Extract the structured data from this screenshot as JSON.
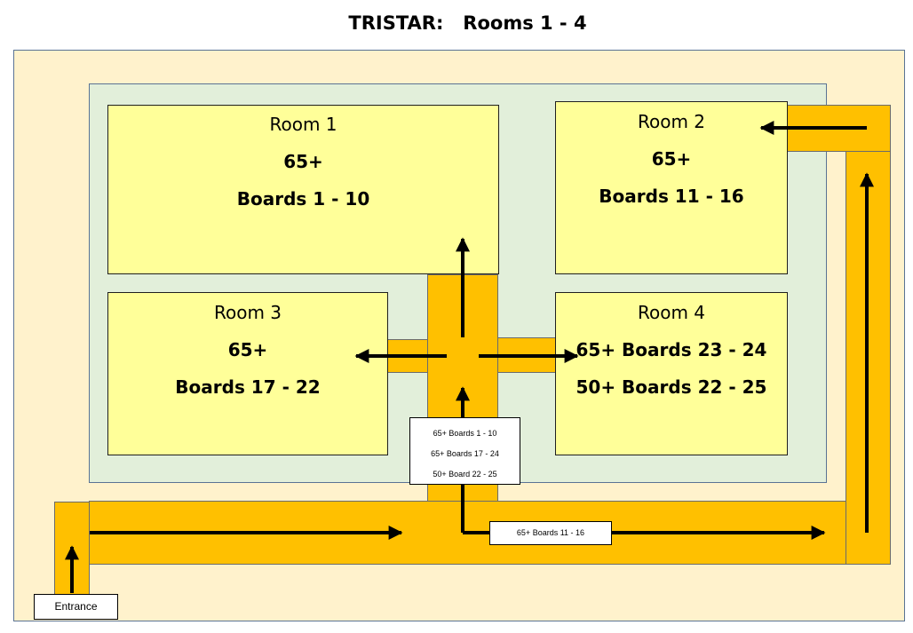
{
  "title": "TRISTAR:   Rooms 1 - 4",
  "rooms": [
    {
      "name": "Room 1",
      "lines": [
        "65+",
        "Boards 1 - 10"
      ]
    },
    {
      "name": "Room 2",
      "lines": [
        "65+",
        "Boards 11 - 16"
      ]
    },
    {
      "name": "Room 3",
      "lines": [
        "65+",
        "Boards 17 - 22"
      ]
    },
    {
      "name": "Room 4",
      "lines": [
        "65+ Boards 23 - 24",
        "50+ Boards 22 - 25"
      ]
    }
  ],
  "junction_note": [
    "65+ Boards 1 - 10",
    "65+ Boards 17 - 24",
    "50+ Board 22 - 25"
  ],
  "corridor_note": "65+ Boards 11 - 16",
  "entrance": "Entrance",
  "colors": {
    "outer_area": "#fff2cc",
    "inner_area": "#e2efda",
    "room_fill": "#ffff99",
    "path_fill": "#ffc000"
  }
}
